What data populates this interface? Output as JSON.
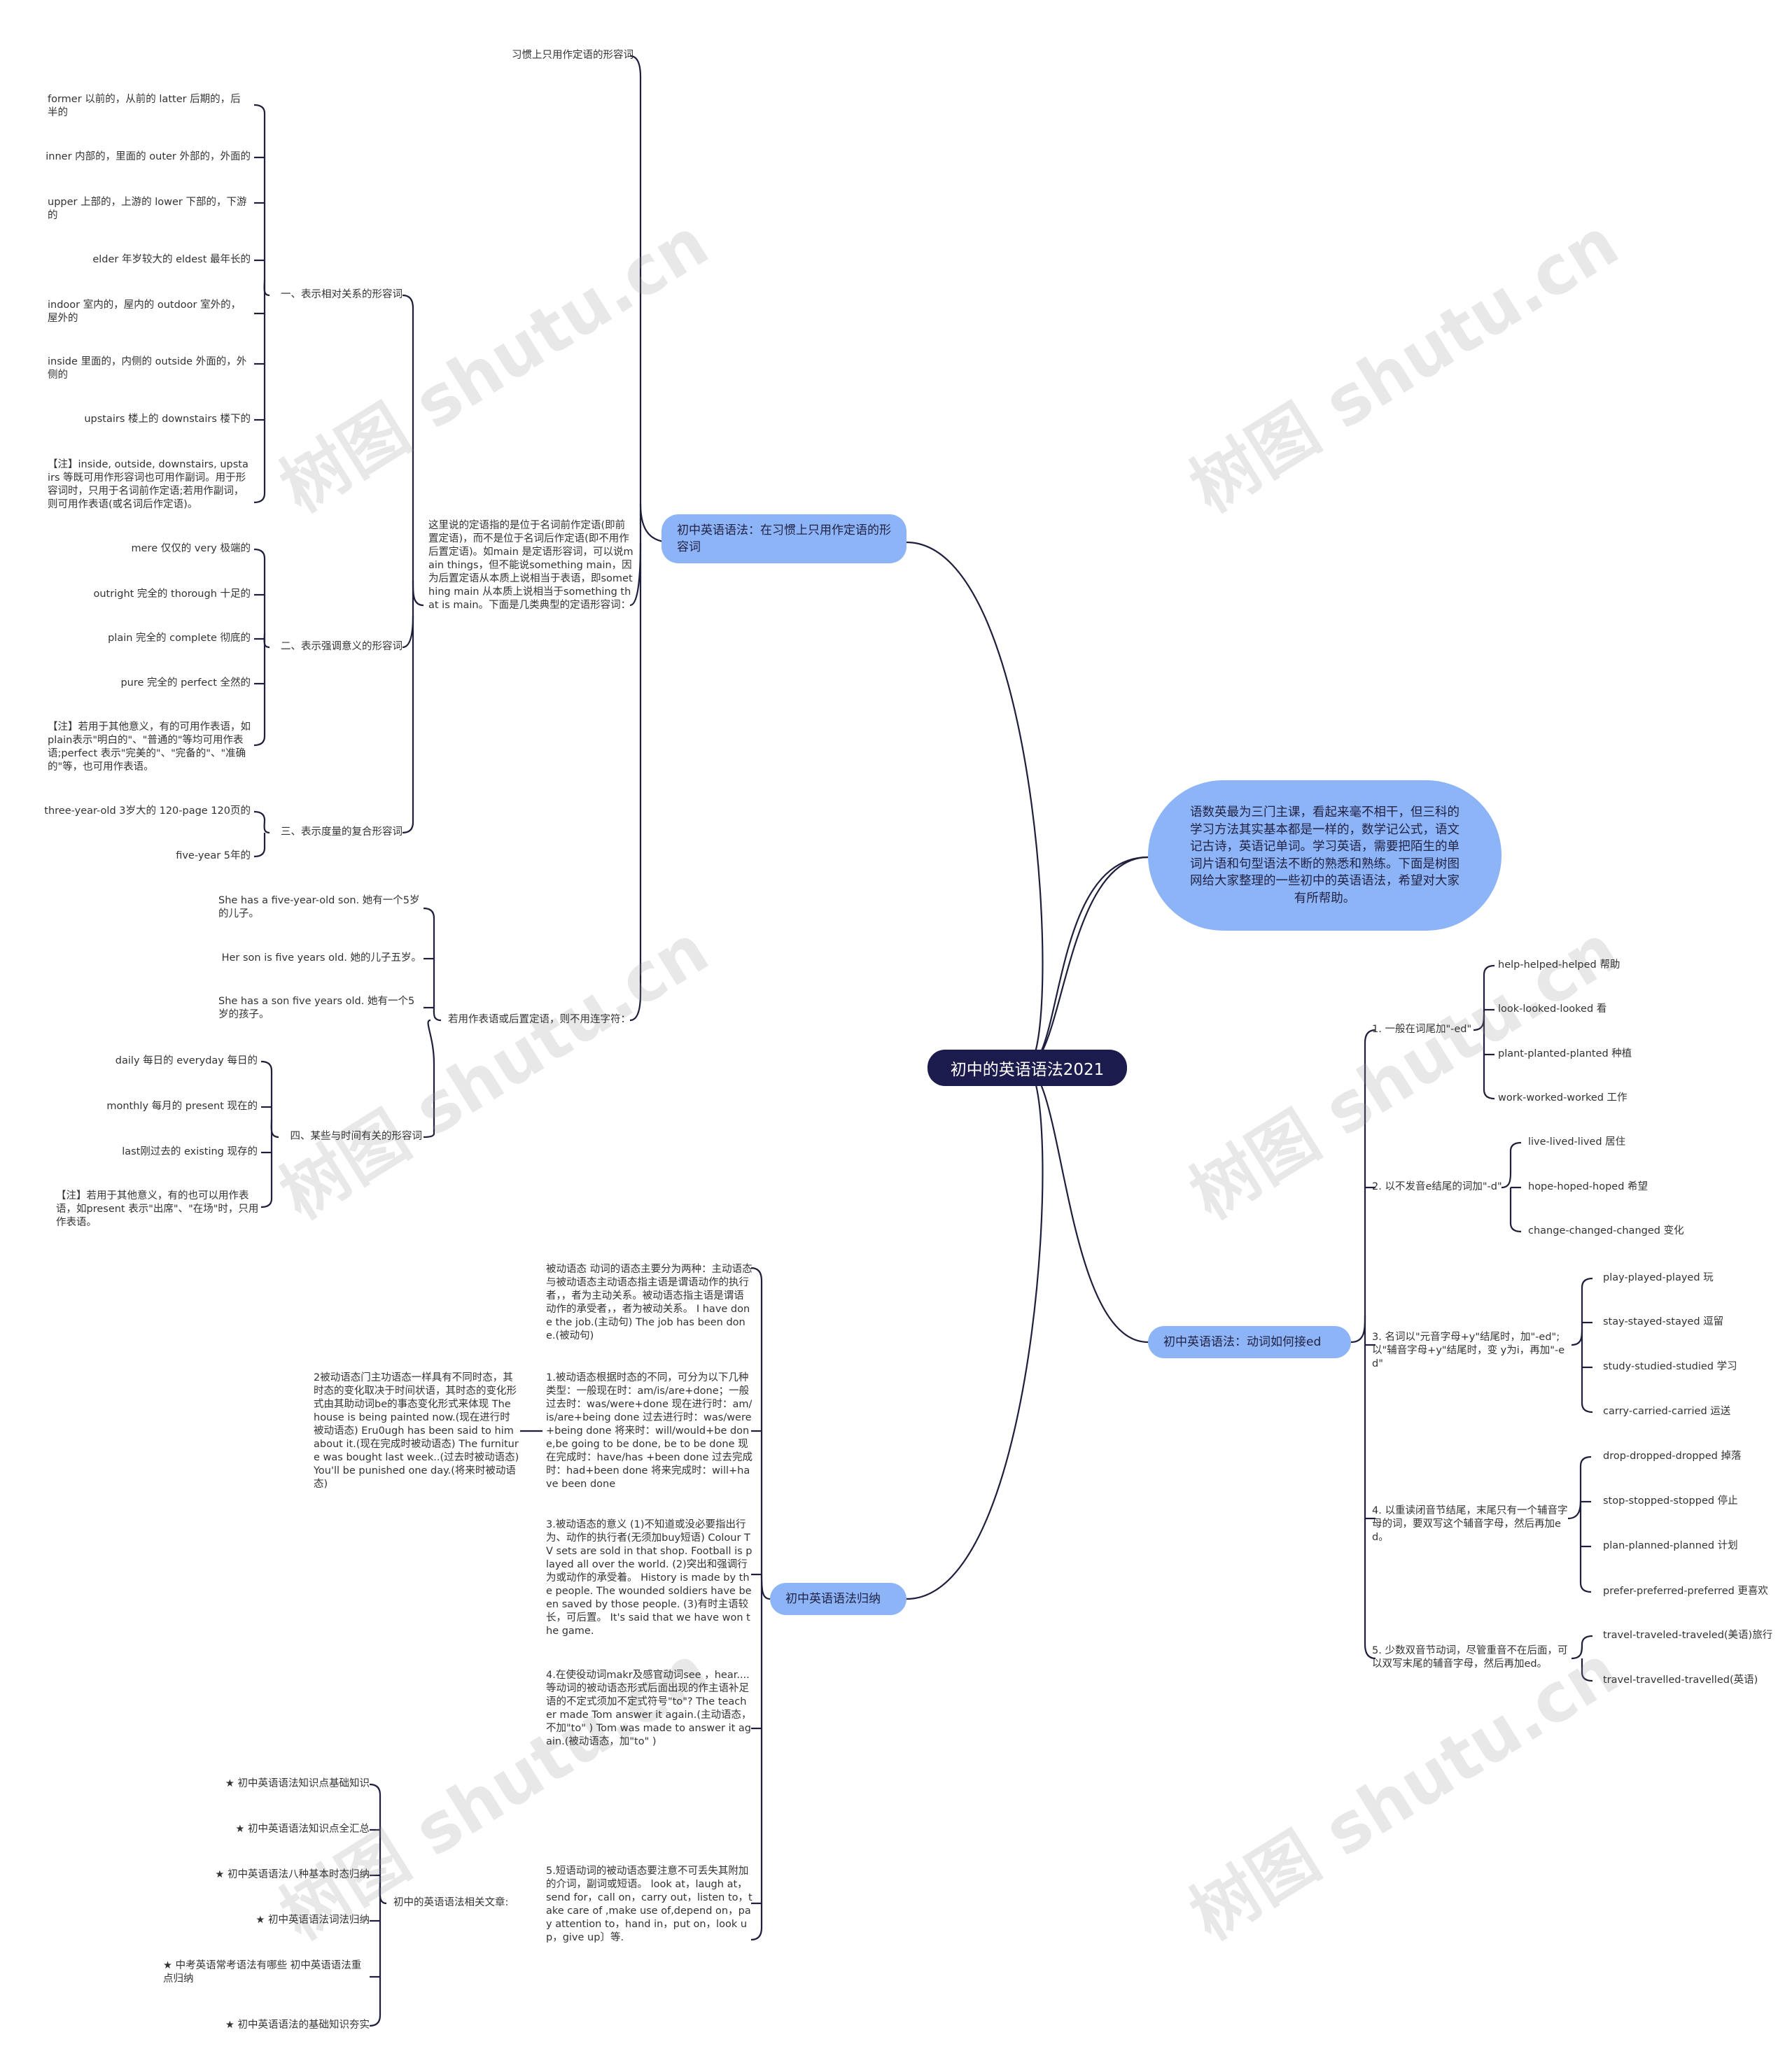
{
  "root": "初中的英语语法2021",
  "intro": "语数英最为三门主课，看起来毫不相干，但三科的学习方法其实基本都是一样的，数学记公式，语文记古诗，英语记单词。学习英语，需要把陌生的单词片语和句型语法不断的熟悉和熟练。下面是树图网给大家整理的一些初中的英语语法，希望对大家有所帮助。",
  "watermark": "树图 shutu.cn",
  "adj": {
    "title": "初中英语语法：在习惯上只用作定语的形容词",
    "top": "习惯上只用作定语的形容词",
    "desc": "这里说的定语指的是位于名词前作定语(即前置定语)，而不是位于名词后作定语(即不用作后置定语)。如main 是定语形容词，可以说main things，但不能说something main，因为后置定语从本质上说相当于表语，即something main 从本质上说相当于something that is main。下面是几类典型的定语形容词：",
    "g1": {
      "label": "一、表示相对关系的形容词",
      "items": [
        "former 以前的，从前的 latter 后期的，后半的",
        "inner 内部的，里面的 outer 外部的，外面的",
        "upper 上部的，上游的 lower 下部的，下游的",
        "elder 年岁较大的 eldest 最年长的",
        "indoor 室内的，屋内的 outdoor 室外的，屋外的",
        "inside 里面的，内侧的 outside 外面的，外侧的",
        "upstairs 楼上的 downstairs 楼下的",
        "【注】inside, outside, downstairs, upstairs 等既可用作形容词也可用作副词。用于形容词时，只用于名词前作定语;若用作副词，则可用作表语(或名词后作定语)。"
      ]
    },
    "g2": {
      "label": "二、表示强调意义的形容词",
      "items": [
        "mere 仅仅的 very 极端的",
        "outright 完全的 thorough 十足的",
        "plain 完全的 complete 彻底的",
        "pure 完全的 perfect 全然的",
        "【注】若用于其他意义，有的可用作表语，如plain表示\"明白的\"、\"普通的\"等均可用作表语;perfect 表示\"完美的\"、\"完备的\"、\"准确的\"等，也可用作表语。"
      ]
    },
    "g3": {
      "label": "三、表示度量的复合形容词",
      "items": [
        "three-year-old 3岁大的 120-page 120页的",
        "five-year 5年的"
      ]
    },
    "g4": {
      "label": "若用作表语或后置定语，则不用连字符：",
      "items": [
        "She has a five-year-old son. 她有一个5岁的儿子。",
        "Her son is five years old. 她的儿子五岁。",
        "She has a son five years old. 她有一个5岁的孩子。"
      ]
    },
    "g5": {
      "label": "四、某些与时间有关的形容词",
      "items": [
        "daily 每日的 everyday 每日的",
        "monthly 每月的 present 现在的",
        "last刚过去的 existing 现存的",
        "【注】若用于其他意义，有的也可以用作表语，如present 表示\"出席\"、\"在场\"时，只用作表语。"
      ]
    }
  },
  "verb": {
    "title": "初中英语语法：动词如何接ed",
    "groups": [
      {
        "label": "1. 一般在词尾加\"-ed\"",
        "items": [
          "help-helped-helped 帮助",
          "look-looked-looked 看",
          "plant-planted-planted 种植",
          "work-worked-worked 工作"
        ]
      },
      {
        "label": "2. 以不发音e结尾的词加\"-d\"",
        "items": [
          "live-lived-lived 居住",
          "hope-hoped-hoped 希望",
          "change-changed-changed 变化"
        ]
      },
      {
        "label": "3. 名词以\"元音字母+y\"结尾时，加\"-ed\";以\"辅音字母+y\"结尾时，变 y为i，再加\"-ed\"",
        "items": [
          "play-played-played 玩",
          "stay-stayed-stayed 逗留",
          "study-studied-studied 学习",
          "carry-carried-carried 运送"
        ]
      },
      {
        "label": "4. 以重读闭音节结尾，末尾只有一个辅音字母的词，要双写这个辅音字母，然后再加ed。",
        "items": [
          "drop-dropped-dropped 掉落",
          "stop-stopped-stopped 停止",
          "plan-planned-planned 计划",
          "prefer-preferred-preferred 更喜欢"
        ]
      },
      {
        "label": "5. 少数双音节动词，尽管重音不在后面，可以双写末尾的辅音字母，然后再加ed。",
        "items": [
          "travel-traveled-traveled(美语)旅行",
          "travel-travelled-travelled(英语)"
        ]
      }
    ]
  },
  "summary": {
    "title": "初中英语语法归纳",
    "p1": "被动语态 动词的语态主要分为两种：主动语态与被动语态主动语态指主语是谓语动作的执行者，，者为主动关系。被动语态指主语是谓语动作的承受者，，者为被动关系。 I have done the job.(主动句) The job has been done.(被动句)",
    "p2": "1.被动语态根据时态的不同，可分为以下几种类型：一般现在时：am/is/are+done；一般过去时：was/were+done 现在进行时：am/is/are+being done 过去进行时：was/were+being done 将来时：will/would+be done,be going to be done, be to be done 现在完成时：have/has +been done 过去完成时：had+been done 将来完成时：will+have been done",
    "p2child": "2被动语态门主功语态一样具有不同时态，其时态的变化取决于时间状语，其时态的变化形式由其助动词be的事态变化形式来体现 The house is being painted now.(现在进行时被动语态) Eru0ugh has been said to him about it.(现在完成时被动语态) The furniture was bought last week..(过去时被动语态) You'll be punished one day.(将来时被动语态)",
    "p3": "3.被动语态的意义 (1)不知道或没必要指出行为、动作的执行者(无须加buy短语) Colour TV sets are sold in that shop. Football is played all over the world. (2)突出和强调行为或动作的承受着。 History is made by the people. The wounded soldiers have been saved by those people. (3)有时主语较长，可后置。 It's said that we have won the game.",
    "p4": "4.在使役动词makr及感官动词see ，hear....等动词的被动语态形式后面出现的作主语补足语的不定式须加不定式符号\"to\"? The teacher made Tom answer it again.(主动语态，不加\"to\" ) Tom was made to answer it again.(被动语态，加\"to\" )",
    "p5": "5.短语动词的被动语态要注意不可丢失其附加的介词，副词或短语。 look at，laugh at，send for，call on，carry out，listen to，take care of ,make use of,depend on，pay attention to，hand in，put on，look up，give up〕等.",
    "related": {
      "label": "初中的英语语法相关文章:",
      "items": [
        "★ 初中英语语法知识点基础知识",
        "★ 初中英语语法知识点全汇总",
        "★ 初中英语语法八种基本时态归纳",
        "★ 初中英语语法词法归纳",
        "★ 中考英语常考语法有哪些 初中英语语法重点归纳",
        "★ 初中英语语法的基础知识夯实"
      ]
    }
  }
}
